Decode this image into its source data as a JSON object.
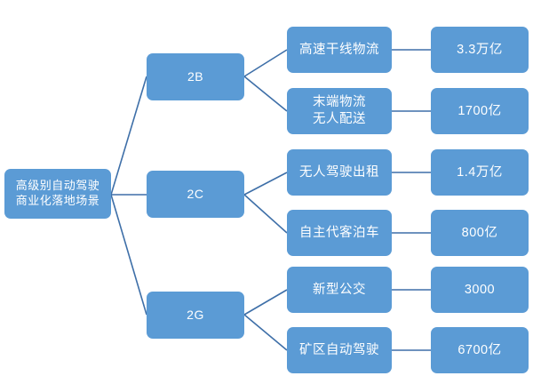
{
  "diagram": {
    "type": "tree",
    "title": "高级别自动驾驶商业化落地场景",
    "colors": {
      "node_fill": "#5B9BD5",
      "connector": "#3E6FA8",
      "node_text": "#FFFFFF",
      "background": "#FFFFFF"
    },
    "root": {
      "label": "高级别自动驾驶\n商业化落地场景",
      "line1": "高级别自动驾驶",
      "line2": "商业化落地场景"
    },
    "branches": [
      {
        "label": "2B",
        "children": [
          {
            "label": "高速干线物流",
            "value": "3.3万亿"
          },
          {
            "label": "末端物流\n无人配送",
            "value": "1700亿"
          }
        ]
      },
      {
        "label": "2C",
        "children": [
          {
            "label": "无人驾驶出租",
            "value": "1.4万亿"
          },
          {
            "label": "自主代客泊车",
            "value": "800亿"
          }
        ]
      },
      {
        "label": "2G",
        "children": [
          {
            "label": "新型公交",
            "value": "3000"
          },
          {
            "label": "矿区自动驾驶",
            "value": "6700亿"
          }
        ]
      }
    ]
  }
}
